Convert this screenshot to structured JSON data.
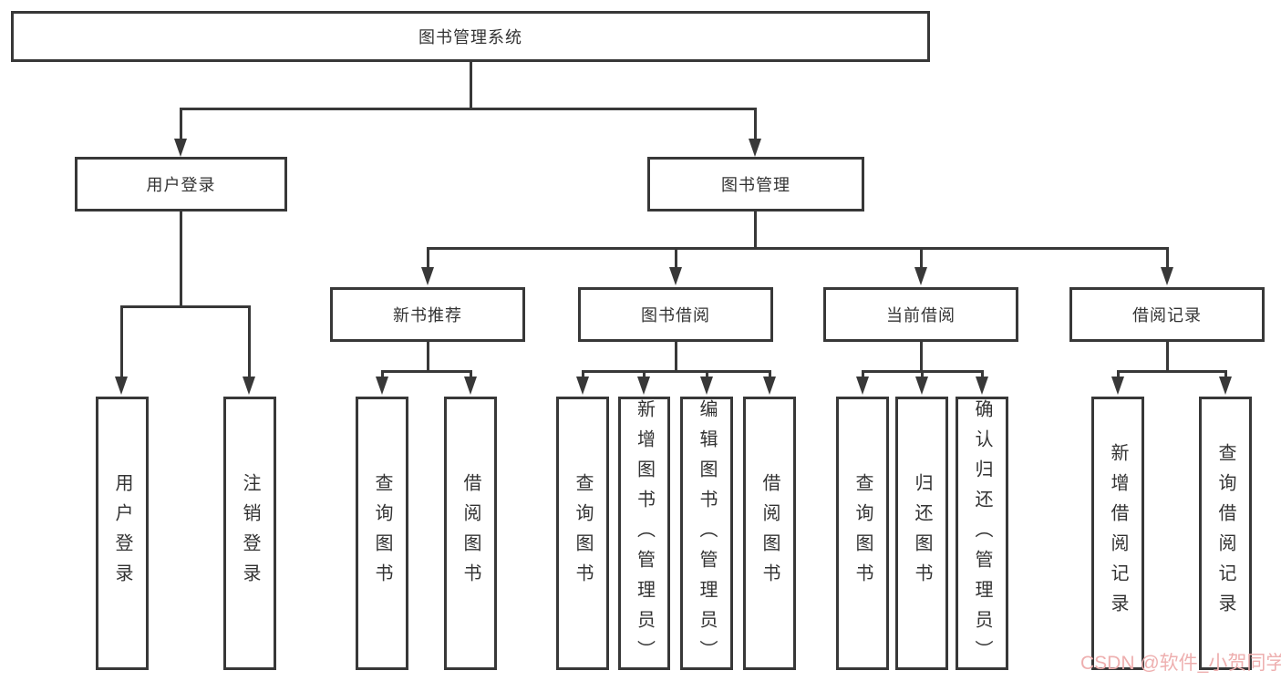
{
  "diagram": {
    "tree": {
      "root": "图书管理系统",
      "children": [
        {
          "label": "用户登录",
          "children": [
            "用户登录",
            "注销登录"
          ]
        },
        {
          "label": "图书管理",
          "children": [
            {
              "label": "新书推荐",
              "children": [
                "查询图书",
                "借阅图书"
              ]
            },
            {
              "label": "图书借阅",
              "children": [
                "查询图书",
                "新增图书（管理员）",
                "编辑图书（管理员）",
                "借阅图书"
              ]
            },
            {
              "label": "当前借阅",
              "children": [
                "查询图书",
                "归还图书",
                "确认归还（管理员）"
              ]
            },
            {
              "label": "借阅记录",
              "children": [
                "新增借阅记录",
                "查询借阅记录"
              ]
            }
          ]
        }
      ]
    },
    "colors": {
      "line": "#383838",
      "text": "#333333",
      "background": "#ffffff",
      "watermark": "#eeafaf"
    }
  },
  "watermark": {
    "text": "CSDN @软件_小贺同学"
  }
}
